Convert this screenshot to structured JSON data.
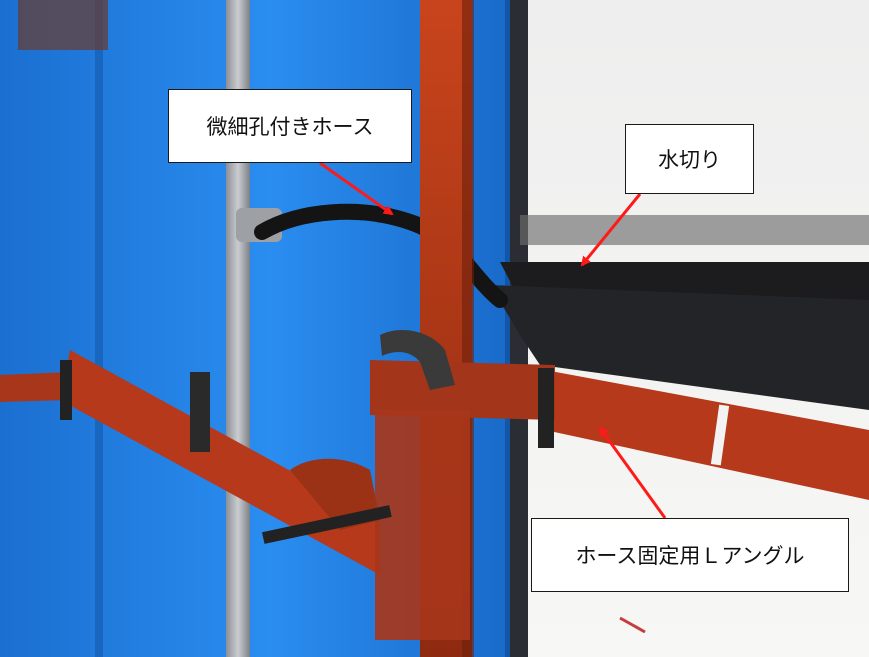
{
  "photo": {
    "subject": "formwork-panel-with-hose-and-angle"
  },
  "labels": {
    "hose": "微細孔付きホース",
    "drip_edge": "水切り",
    "angle": "ホース固定用Ｌアングル"
  },
  "colors": {
    "panel_blue": "#1f7fe0",
    "steel_red": "#b23a1a",
    "white_board": "#f1f1ef",
    "arrow_red": "#ff1a1a"
  }
}
